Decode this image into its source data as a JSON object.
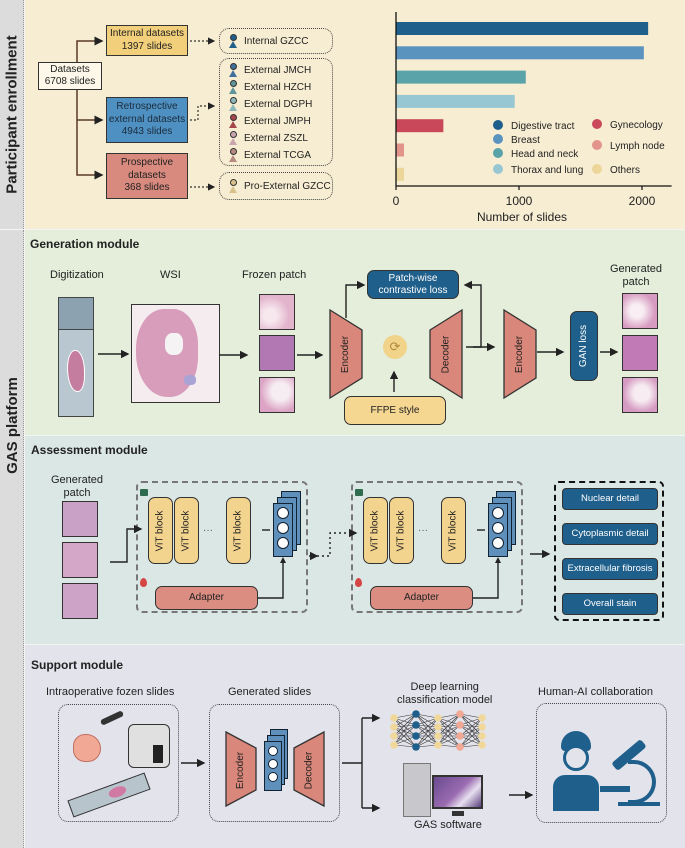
{
  "side_labels": {
    "enrollment": "Participant enrollment",
    "platform": "GAS platform"
  },
  "enrollment": {
    "datasets": {
      "title": "Datasets",
      "count": "6708 slides"
    },
    "internal": {
      "title": "Internal datasets",
      "count": "1397 slides"
    },
    "retrospective": {
      "title1": "Retrospective",
      "title2": "external datasets",
      "count": "4943 slides"
    },
    "prospective": {
      "title1": "Prospective",
      "title2": "datasets",
      "count": "368 slides"
    },
    "internal_hospitals": [
      {
        "name": "Internal GZCC",
        "color": "#1f5f8b"
      }
    ],
    "external_hospitals": [
      {
        "name": "External JMCH",
        "color": "#3f6f9a"
      },
      {
        "name": "External HZCH",
        "color": "#5f9499"
      },
      {
        "name": "External DGPH",
        "color": "#8fb8bb"
      },
      {
        "name": "External JMPH",
        "color": "#a6454c"
      },
      {
        "name": "External ZSZL",
        "color": "#c9a5b0"
      },
      {
        "name": "External TCGA",
        "color": "#b58a80"
      }
    ],
    "prospective_hospitals": [
      {
        "name": "Pro-External GZCC",
        "color": "#d9c28a"
      }
    ]
  },
  "chart_data": {
    "type": "bar",
    "orientation": "horizontal",
    "categories": [
      "Digestive tract",
      "Breast",
      "Head and neck",
      "Thorax and lung",
      "Gynecology",
      "Lymph node",
      "Others"
    ],
    "values": [
      2050,
      2015,
      1055,
      965,
      385,
      65,
      65
    ],
    "colors": [
      "#1f5f8b",
      "#5b93bf",
      "#5aa3a8",
      "#97c7d3",
      "#c9485a",
      "#e3948a",
      "#ecd69a"
    ],
    "xlabel": "Number of slides",
    "ylabel": "",
    "xlim": [
      0,
      2200
    ],
    "xticks": [
      "0",
      "1000",
      "2000"
    ],
    "xtick_values": [
      0,
      1000,
      2000
    ],
    "legend": [
      "Digestive tract",
      "Breast",
      "Head and neck",
      "Thorax and lung",
      "Gynecology",
      "Lymph node",
      "Others"
    ],
    "legend_position": "bottom-right",
    "grid": false
  },
  "generation": {
    "title": "Generation module",
    "digitization": "Digitization",
    "wsi": "WSI",
    "frozen_patch": "Frozen patch",
    "generated_patch_1": "Generated",
    "generated_patch_2": "patch",
    "encoder": "Encoder",
    "decoder": "Decoder",
    "encoder2": "Encoder",
    "contrastive_1": "Patch-wise",
    "contrastive_2": "contrastive loss",
    "ffpe": "FFPE style",
    "gan": "GAN loss"
  },
  "assessment": {
    "title": "Assessment module",
    "generated_patch_1": "Generated",
    "generated_patch_2": "patch",
    "vit": "ViT block",
    "ellipsis": "···",
    "adapter": "Adapter",
    "outputs": [
      "Nuclear detail",
      "Cytoplasmic detail",
      "Extracellular fibrosis",
      "Overall stain"
    ]
  },
  "support": {
    "title": "Support module",
    "intraoperative": "Intraoperative fozen slides",
    "generated_slides": "Generated slides",
    "encoder": "Encoder",
    "decoder": "Decoder",
    "dl_1": "Deep learning",
    "dl_2": "classification model",
    "gas_software": "GAS software",
    "human_ai": "Human-AI collaboration"
  }
}
